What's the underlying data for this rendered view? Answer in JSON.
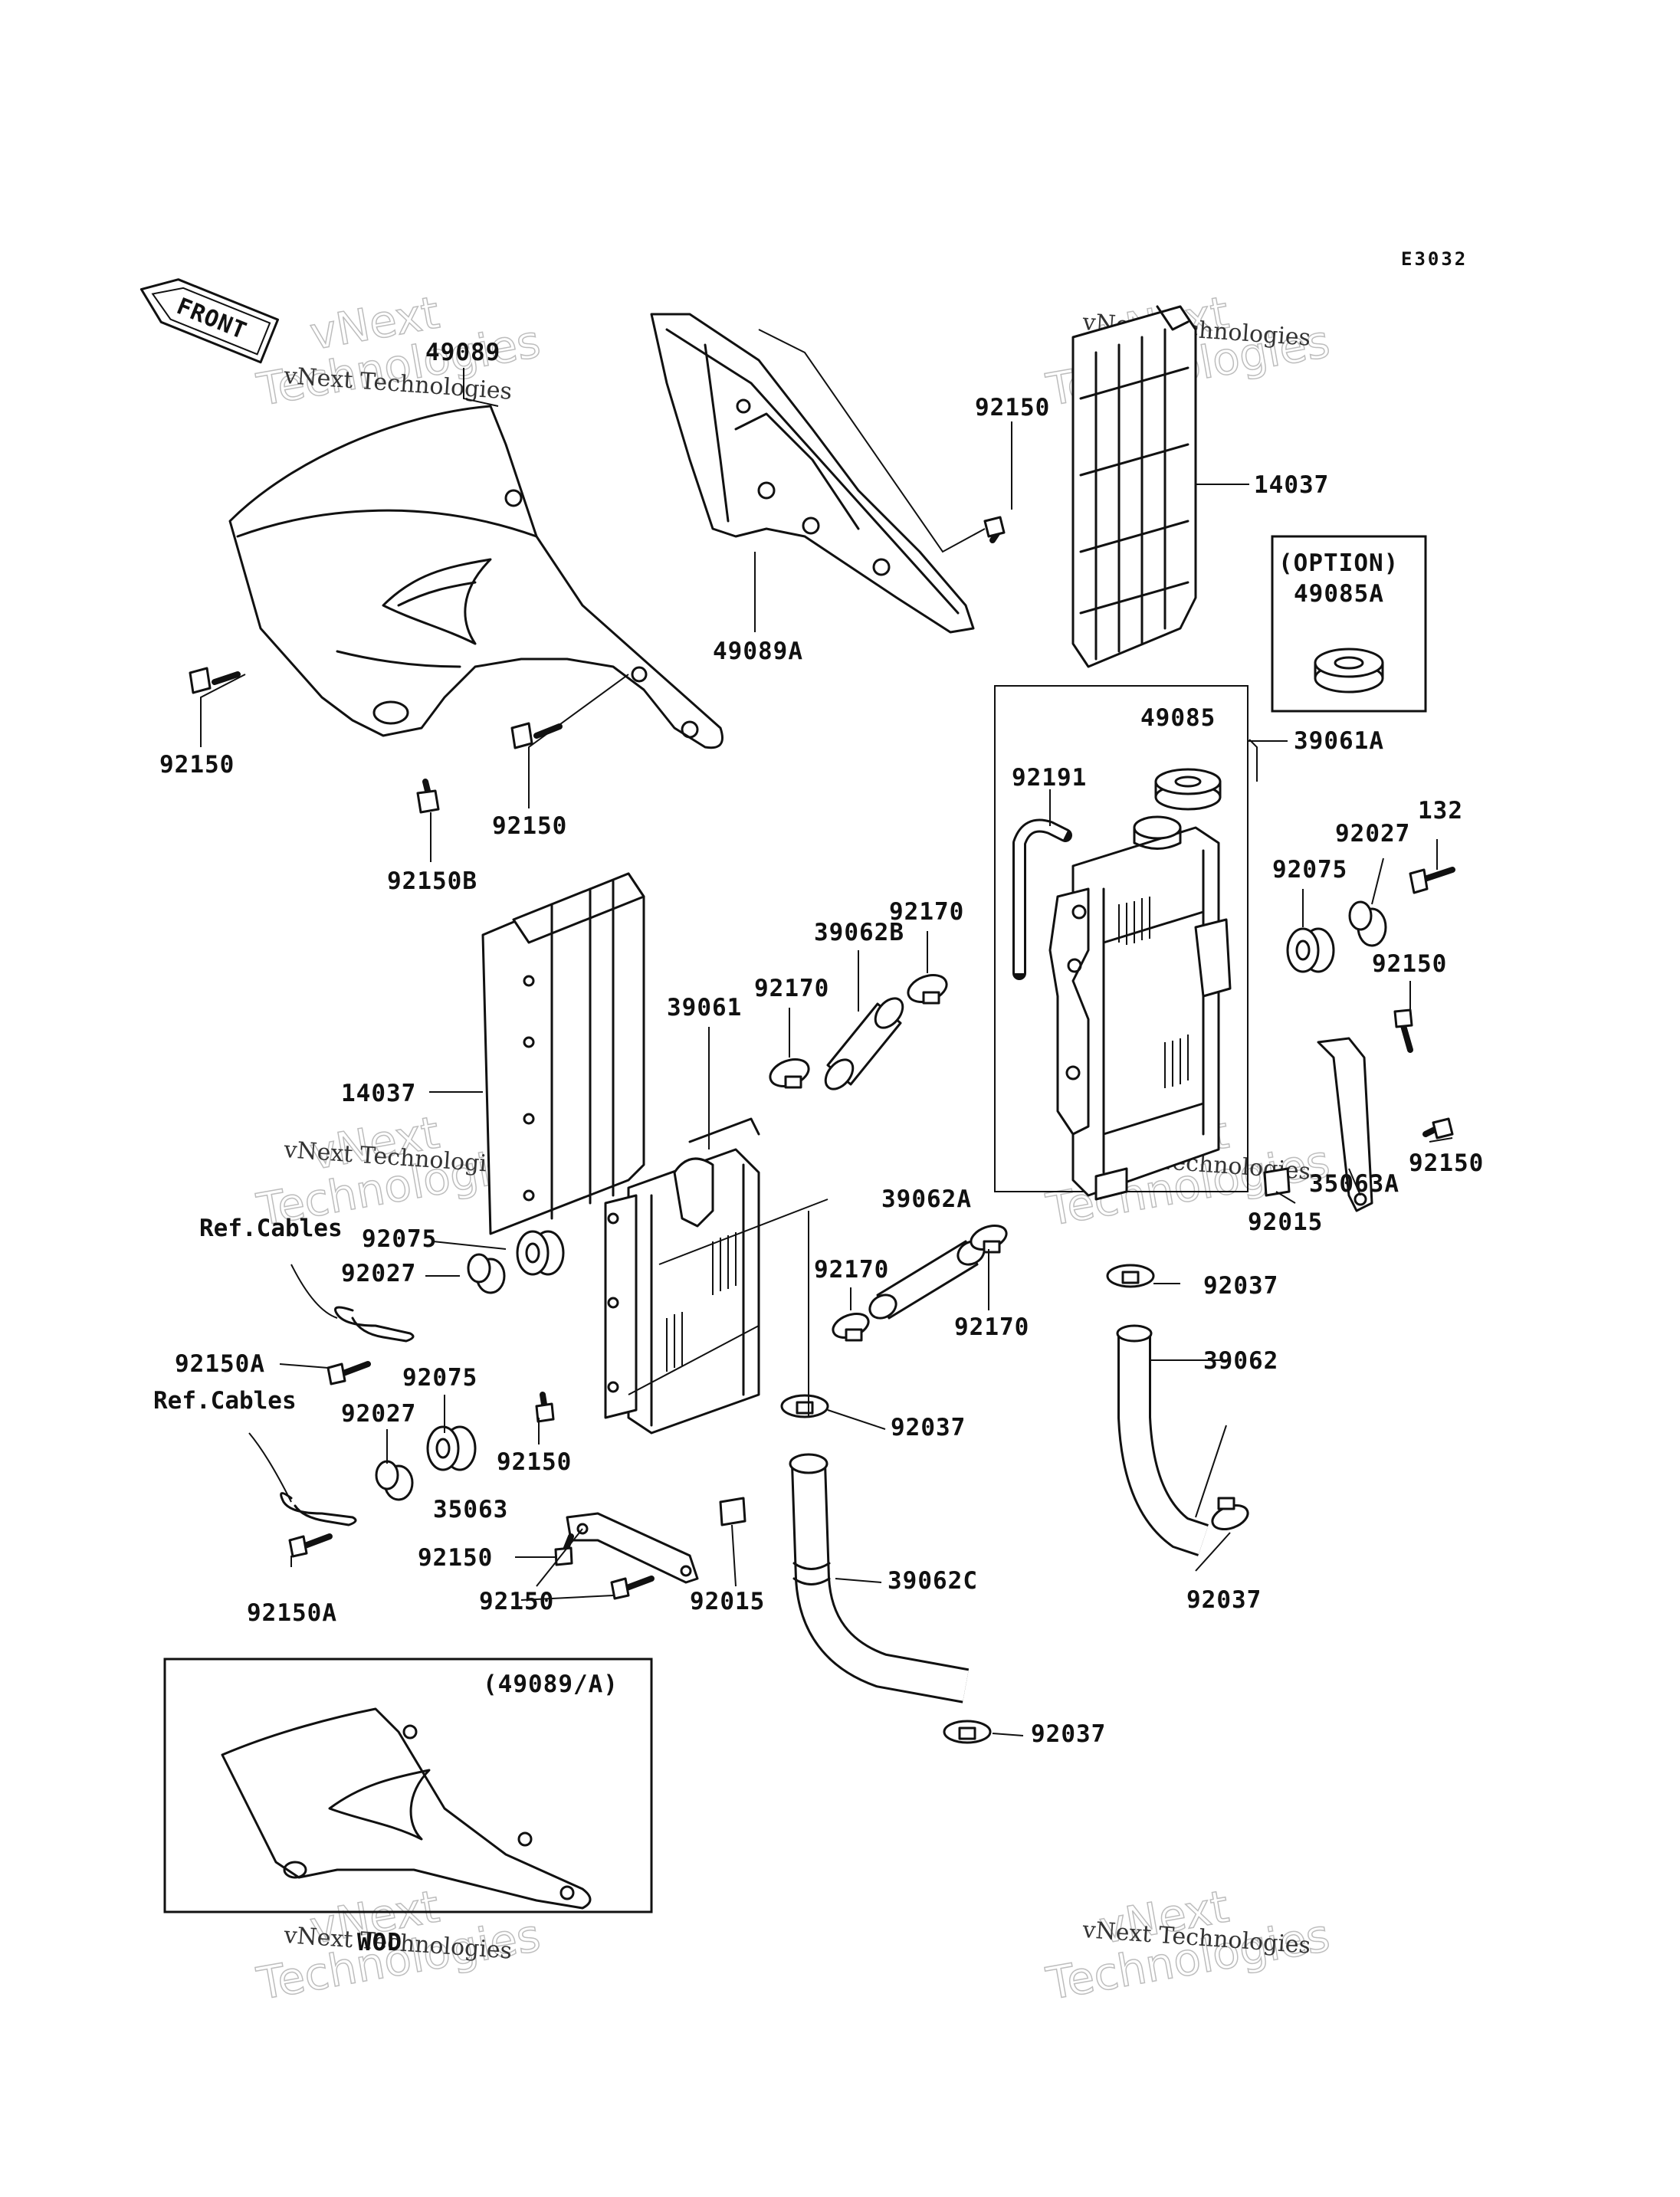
{
  "diagram": {
    "code": "E3032",
    "front_label": "FRONT",
    "watermark": {
      "small": "vNext Technologies",
      "big_line1": "vNext",
      "big_line2": "Technologies"
    },
    "labels": {
      "p49089": "49089",
      "p49089A": "49089A",
      "p92150_top": "92150",
      "p14037_top": "14037",
      "option": "(OPTION)",
      "p49085A": "49085A",
      "p92150_left": "92150",
      "p92150_mid": "92150",
      "p92150B": "92150B",
      "p49085": "49085",
      "p39061A": "39061A",
      "p92191": "92191",
      "p132": "132",
      "p92027_r": "92027",
      "p92075_r": "92075",
      "p92170_a": "92170",
      "p39062B": "39062B",
      "p92170_b": "92170",
      "p39061": "39061",
      "p92150_r1": "92150",
      "p14037_left": "14037",
      "p92150_r2": "92150",
      "p35063A": "35063A",
      "p92015_r": "92015",
      "ref_cables_1": "Ref.Cables",
      "p92075_l1": "92075",
      "p39062A": "39062A",
      "p92027_l1": "92027",
      "p92170_c": "92170",
      "p92170_d": "92170",
      "p92037_r1": "92037",
      "p92150A_1": "92150A",
      "p92075_l2": "92075",
      "p39062": "39062",
      "ref_cables_2": "Ref.Cables",
      "p92027_l2": "92027",
      "p92150_c": "92150",
      "p92037_c": "92037",
      "p35063": "35063",
      "p92150_b1": "92150",
      "p92150_b2": "92150",
      "p92015_l": "92015",
      "p39062C": "39062C",
      "p92037_r2": "92037",
      "p92150A_2": "92150A",
      "p92037_b": "92037",
      "inset_title": "(49089/A)",
      "inset_caption": "WOD"
    }
  }
}
